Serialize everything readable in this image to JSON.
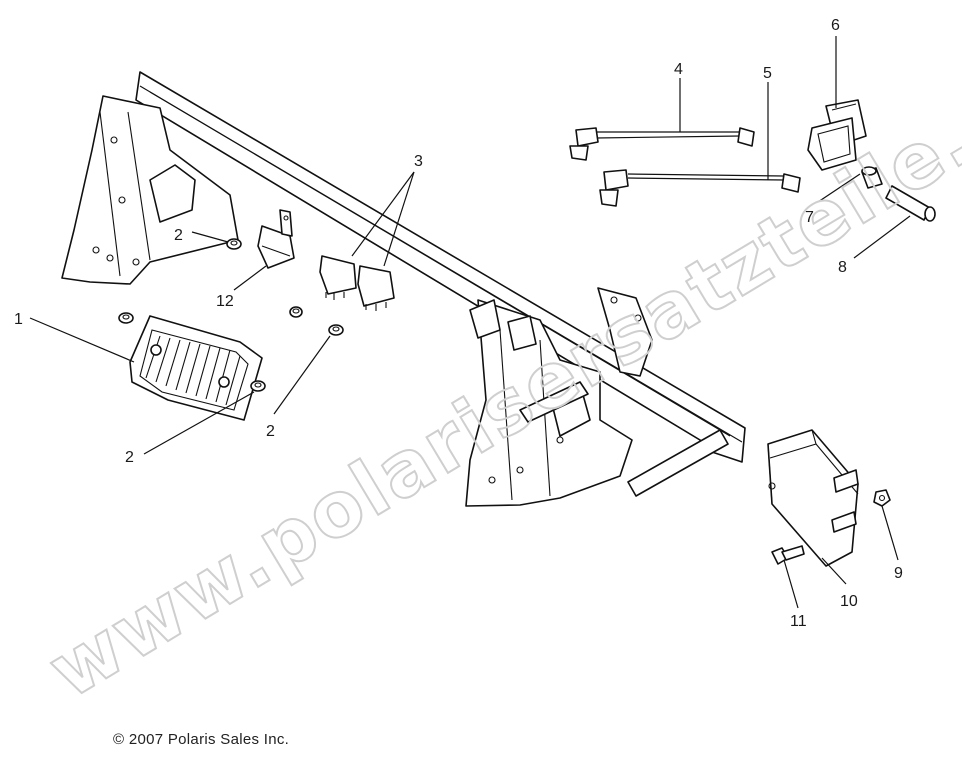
{
  "diagram": {
    "watermark": "www.polarisersatzteile.de",
    "copyright": "© 2007 Polaris Sales Inc.",
    "callouts": {
      "c1": "1",
      "c2a": "2",
      "c2b": "2",
      "c2c": "2",
      "c3": "3",
      "c4": "4",
      "c5": "5",
      "c6": "6",
      "c7": "7",
      "c8": "8",
      "c9": "9",
      "c10": "10",
      "c11": "11",
      "c12": "12"
    }
  }
}
